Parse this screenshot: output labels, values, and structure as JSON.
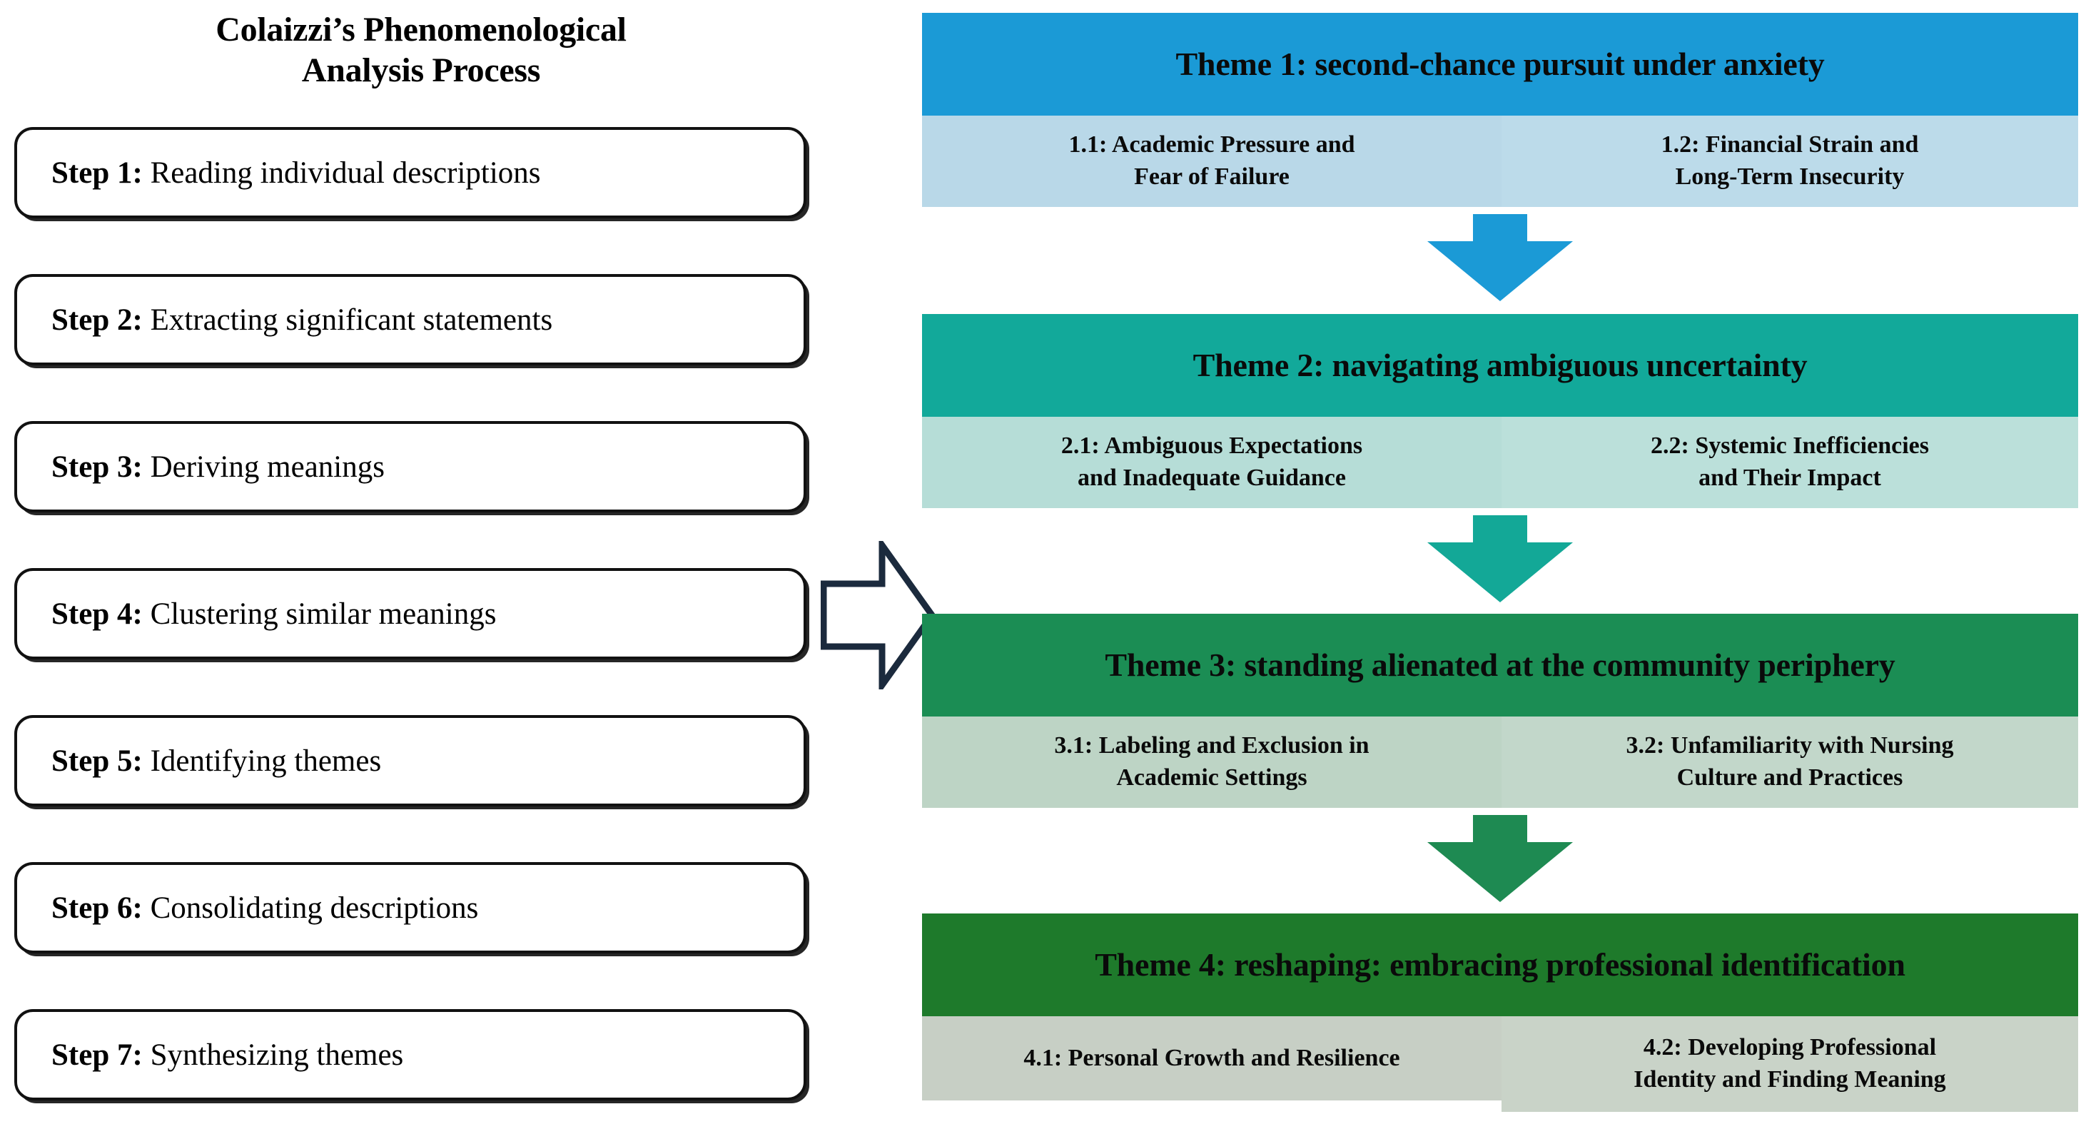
{
  "left_panel": {
    "title_line1": "Colaizzi’s Phenomenological",
    "title_line2": "Analysis Process",
    "steps": [
      {
        "label": "Step 1:",
        "text": " Reading individual descriptions"
      },
      {
        "label": "Step 2:",
        "text": " Extracting significant statements"
      },
      {
        "label": "Step 3:",
        "text": " Deriving meanings"
      },
      {
        "label": "Step 4:",
        "text": " Clustering similar meanings"
      },
      {
        "label": "Step 5:",
        "text": " Identifying themes"
      },
      {
        "label": "Step 6:",
        "text": " Consolidating descriptions"
      },
      {
        "label": "Step 7:",
        "text": " Synthesizing themes"
      }
    ]
  },
  "connector": {
    "flow_arrow_name": "right-arrow-icon",
    "flow_arrow_stroke": "#1b2a3d"
  },
  "right_panel": {
    "themes": [
      {
        "header": "Theme 1: second-chance pursuit under anxiety",
        "header_color": "#1b9ad6",
        "sub_color_left": "#b9d8e8",
        "sub_color_right": "#bcdbea",
        "arrow_color": "#1b9ad6",
        "subthemes": [
          {
            "id": "1.1",
            "line1": "1.1: Academic Pressure and",
            "line2": "Fear of Failure"
          },
          {
            "id": "1.2",
            "line1": "1.2: Financial Strain and",
            "line2": "Long-Term Insecurity"
          }
        ]
      },
      {
        "header": "Theme 2: navigating ambiguous uncertainty",
        "header_color": "#12a99a",
        "sub_color_left": "#b6ddd7",
        "sub_color_right": "#bbe0da",
        "arrow_color": "#13a897",
        "subthemes": [
          {
            "id": "2.1",
            "line1": "2.1: Ambiguous Expectations",
            "line2": "and Inadequate Guidance"
          },
          {
            "id": "2.2",
            "line1": "2.2: Systemic Inefficiencies",
            "line2": "and Their Impact"
          }
        ]
      },
      {
        "header": "Theme 3: standing alienated at the community periphery",
        "header_color": "#1b8d54",
        "sub_color_left": "#bdd4c5",
        "sub_color_right": "#c2d7ca",
        "arrow_color": "#1e8a52",
        "subthemes": [
          {
            "id": "3.1",
            "line1": "3.1: Labeling and Exclusion in",
            "line2": "Academic Settings"
          },
          {
            "id": "3.2",
            "line1": "3.2: Unfamiliarity with Nursing",
            "line2": "Culture and Practices"
          }
        ]
      },
      {
        "header": "Theme 4: reshaping: embracing professional identification",
        "header_color": "#1e7a2b",
        "sub_color_left": "#c7cfc5",
        "sub_color_right": "#c9d3c8",
        "arrow_color": "",
        "subthemes": [
          {
            "id": "4.1",
            "line1": "4.1: Personal Growth and Resilience",
            "line2": ""
          },
          {
            "id": "4.2",
            "line1": "4.2: Developing Professional",
            "line2": "Identity and Finding Meaning"
          }
        ]
      }
    ]
  }
}
